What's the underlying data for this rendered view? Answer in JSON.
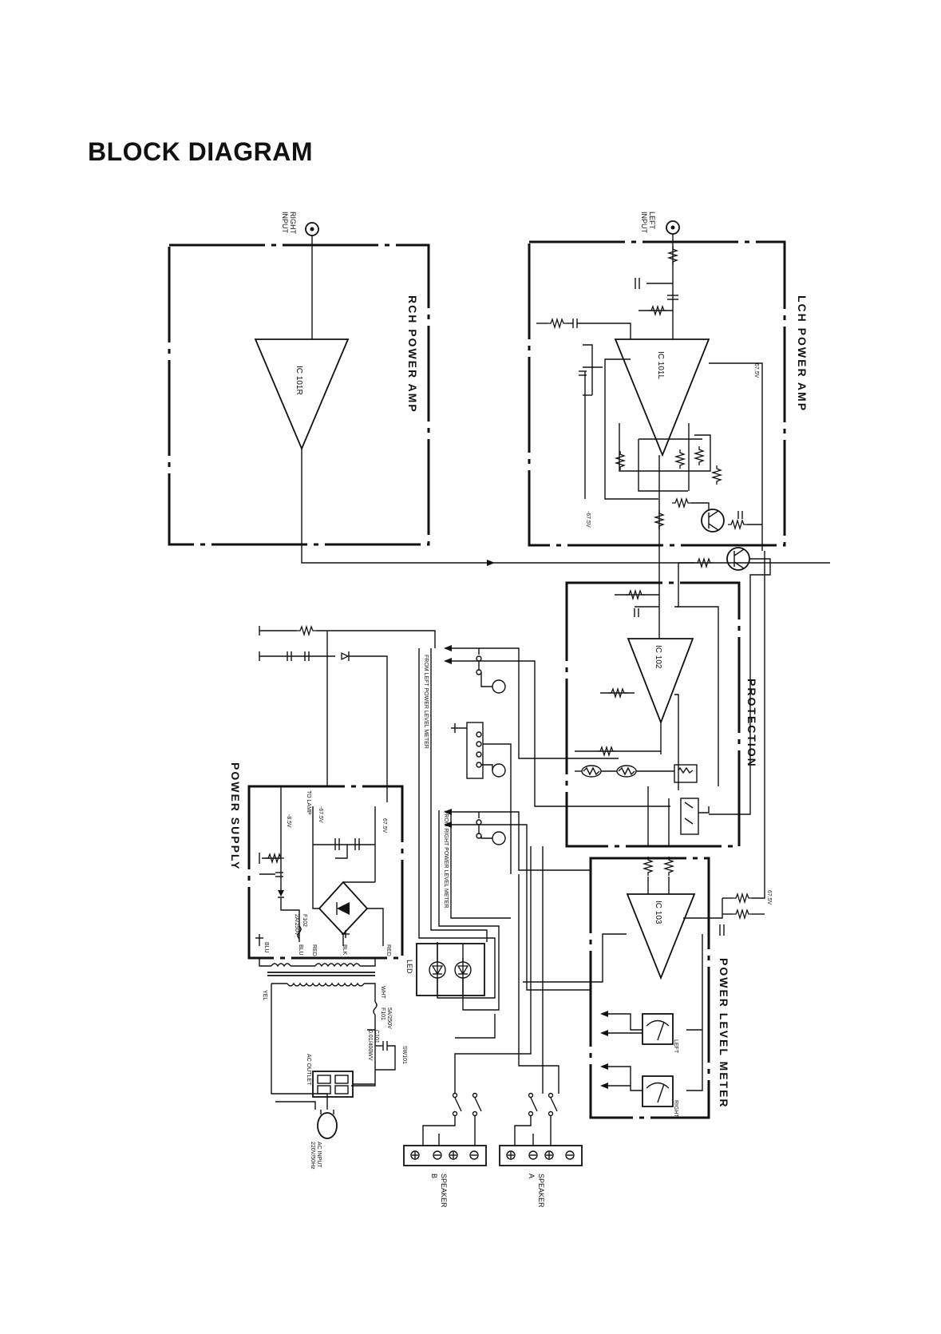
{
  "title": "BLOCK DIAGRAM",
  "blocks": {
    "lch": "LCH   POWER   AMP",
    "rch": "RCH   POWER   AMP",
    "protection": "PROTECTION",
    "power_supply": "POWER   SUPPLY",
    "power_level_meter": "POWER   LEVEL   METER"
  },
  "ics": {
    "ic101l": "IC  101L",
    "ic101r": "IC  101R",
    "ic102": "IC  102",
    "ic103": "IC  103"
  },
  "inputs": {
    "left_1": "INPUT",
    "left_2": "LEFT",
    "right_1": "INPUT",
    "right_2": "RIGHT"
  },
  "signals": {
    "from_left_meter": "FROM LEFT POWER LEVEL METER",
    "from_right_meter": "FROM RIGHT POWER LEVEL METER"
  },
  "voltages": {
    "pos_lch": "67.5V",
    "neg_lch": "-67.5V",
    "pos_meter": "67.5V",
    "ps_pos": "67.5V",
    "ps_neg": "-67.5V",
    "ps_low": "-8.5V",
    "to_lamp": "TO LAMP"
  },
  "led": "LED",
  "meters": {
    "left": "LEFT",
    "right": "RIGHT"
  },
  "wires": {
    "red1": "RED",
    "red2": "RED",
    "blk": "BLK",
    "blu1": "BLU",
    "blu2": "BLU",
    "wht": "WHT",
    "yel": "YEL"
  },
  "parts": {
    "f102": "F102",
    "f102_rating": "2A/250V",
    "f101": "F101",
    "f101_rating": "5A/250V",
    "c101": "C101",
    "c101_rating": "0.01/400WV",
    "sw101": "SW101",
    "ac_outlet": "AC OUTLET",
    "ac_input_1": "AC INPUT",
    "ac_input_2": "220V/50Hz"
  },
  "speakers": {
    "a_1": "SPEAKER",
    "a_2": "A",
    "b_1": "SPEAKER",
    "b_2": "B"
  }
}
